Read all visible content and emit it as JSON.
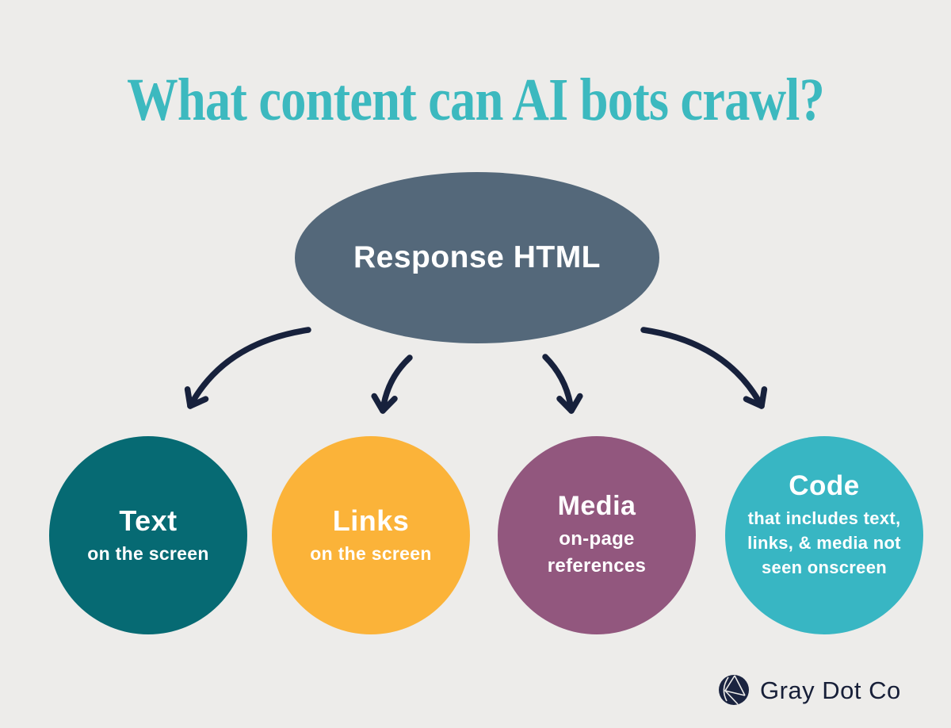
{
  "page": {
    "background_color": "#EDECEA"
  },
  "title": {
    "text": "What content can AI bots crawl?",
    "color": "#3CB9BF"
  },
  "root_node": {
    "label": "Response HTML",
    "color": "#54687A",
    "text_color": "#FFFFFF"
  },
  "arrows": {
    "color": "#17213C"
  },
  "branches": [
    {
      "title": "Text",
      "lines": [
        "on the screen"
      ],
      "color": "#066A73"
    },
    {
      "title": "Links",
      "lines": [
        "on the screen"
      ],
      "color": "#FBB339"
    },
    {
      "title": "Media",
      "lines": [
        "on-page",
        "references"
      ],
      "color": "#92577E"
    },
    {
      "title": "Code",
      "lines": [
        "that includes text,",
        "links, & media not",
        "seen onscreen"
      ],
      "color": "#38B6C3"
    }
  ],
  "footer": {
    "brand": "Gray Dot Co",
    "text_color": "#171F38",
    "logo_color": "#1B2440"
  }
}
